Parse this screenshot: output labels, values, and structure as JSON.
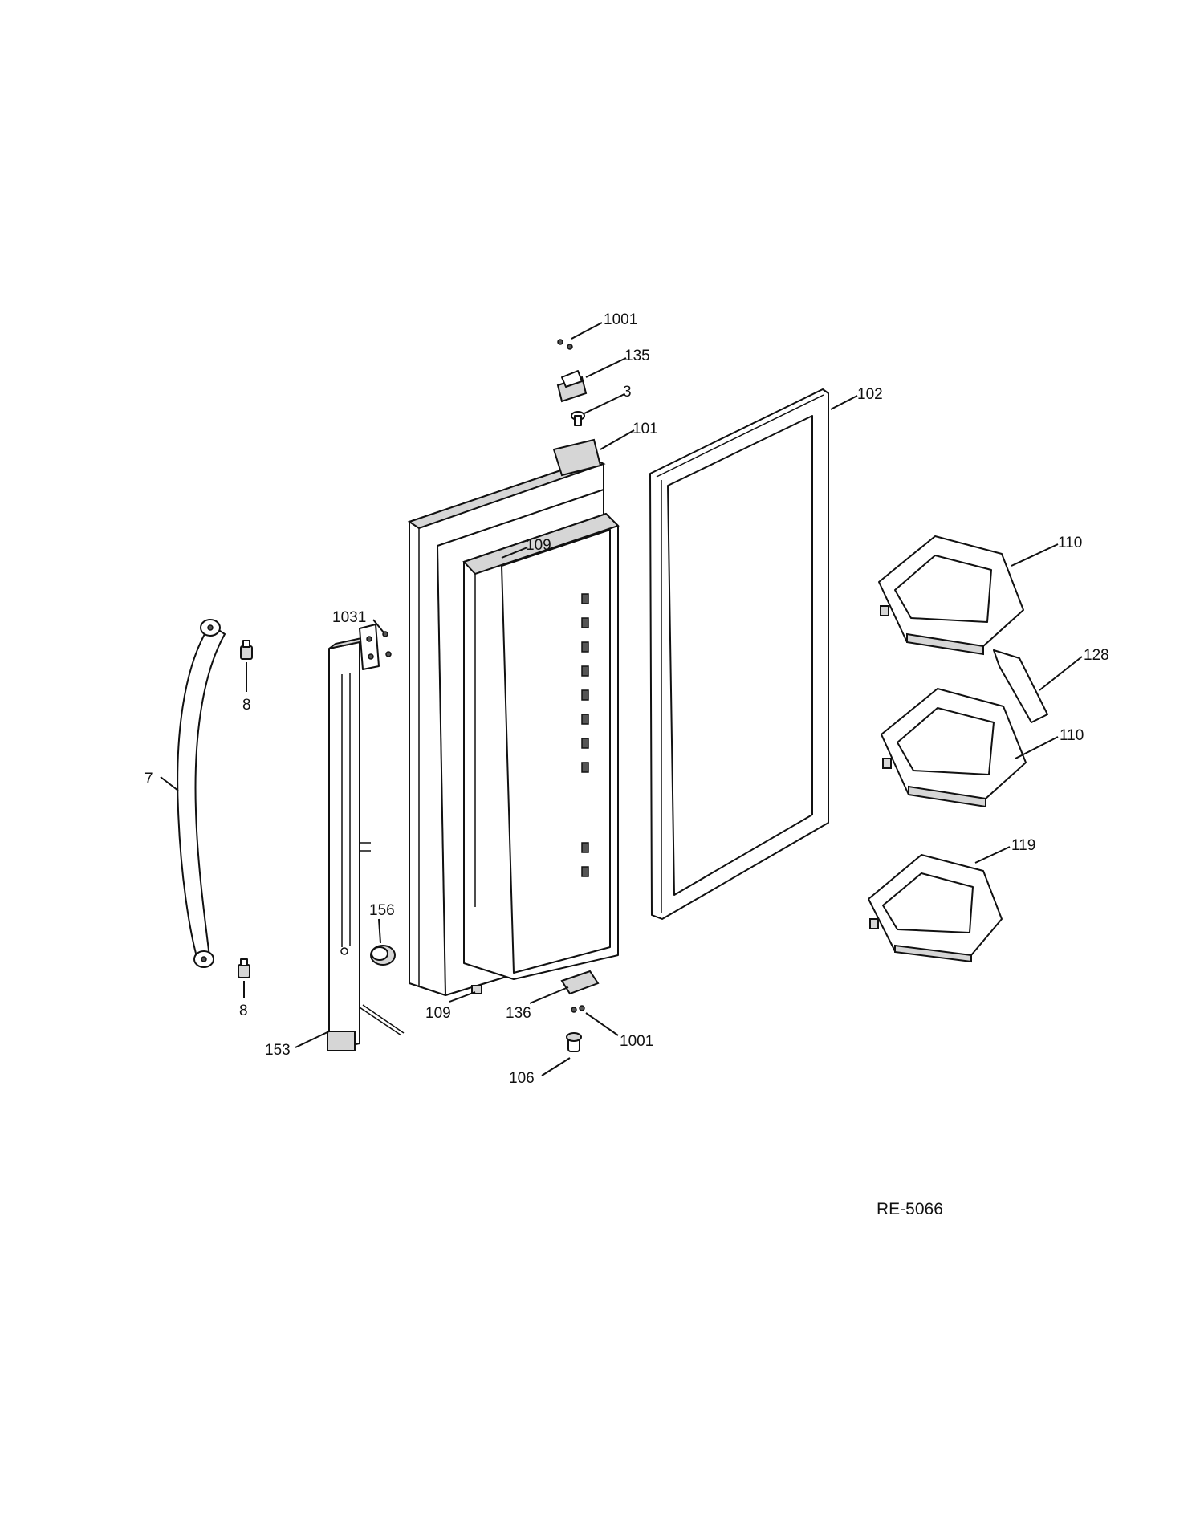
{
  "drawing_ref": "RE-5066",
  "callouts": [
    {
      "id": "c1001_top",
      "label": "1001"
    },
    {
      "id": "c135",
      "label": "135"
    },
    {
      "id": "c3",
      "label": "3"
    },
    {
      "id": "c101",
      "label": "101"
    },
    {
      "id": "c102",
      "label": "102"
    },
    {
      "id": "c109_top",
      "label": "109"
    },
    {
      "id": "c1031",
      "label": "1031"
    },
    {
      "id": "c110_top",
      "label": "110"
    },
    {
      "id": "c128",
      "label": "128"
    },
    {
      "id": "c110_mid",
      "label": "110"
    },
    {
      "id": "c8_top",
      "label": "8"
    },
    {
      "id": "c7",
      "label": "7"
    },
    {
      "id": "c119",
      "label": "119"
    },
    {
      "id": "c156",
      "label": "156"
    },
    {
      "id": "c8_bot",
      "label": "8"
    },
    {
      "id": "c109_bot",
      "label": "109"
    },
    {
      "id": "c136",
      "label": "136"
    },
    {
      "id": "c1001_bot",
      "label": "1001"
    },
    {
      "id": "c153",
      "label": "153"
    },
    {
      "id": "c106",
      "label": "106"
    }
  ]
}
